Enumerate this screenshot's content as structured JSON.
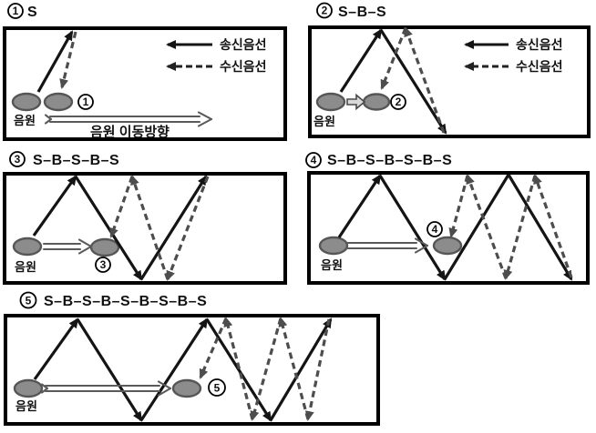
{
  "figure": {
    "description": "acoustic ray path diagram with five panels",
    "colors": {
      "solid_ray": "#141414",
      "dashed_ray": "#4d4d4d",
      "ellipse_fill": "#8c8c8c",
      "ellipse_stroke": "#565656",
      "move_arrow": "#5a5a5a",
      "border": "#000000"
    }
  },
  "labels": {
    "source": "음원",
    "move_direction": "음원 이동방향",
    "legend_tx": "송신음선",
    "legend_rx": "수신음선"
  },
  "panels": [
    {
      "badge": "1",
      "title": "S"
    },
    {
      "badge": "2",
      "title": "S–B–S"
    },
    {
      "badge": "3",
      "title": "S–B–S–B–S"
    },
    {
      "badge": "4",
      "title": "S–B–S–B–S–B–S"
    },
    {
      "badge": "5",
      "title": "S–B–S–B–S–B–S–B–S"
    }
  ]
}
